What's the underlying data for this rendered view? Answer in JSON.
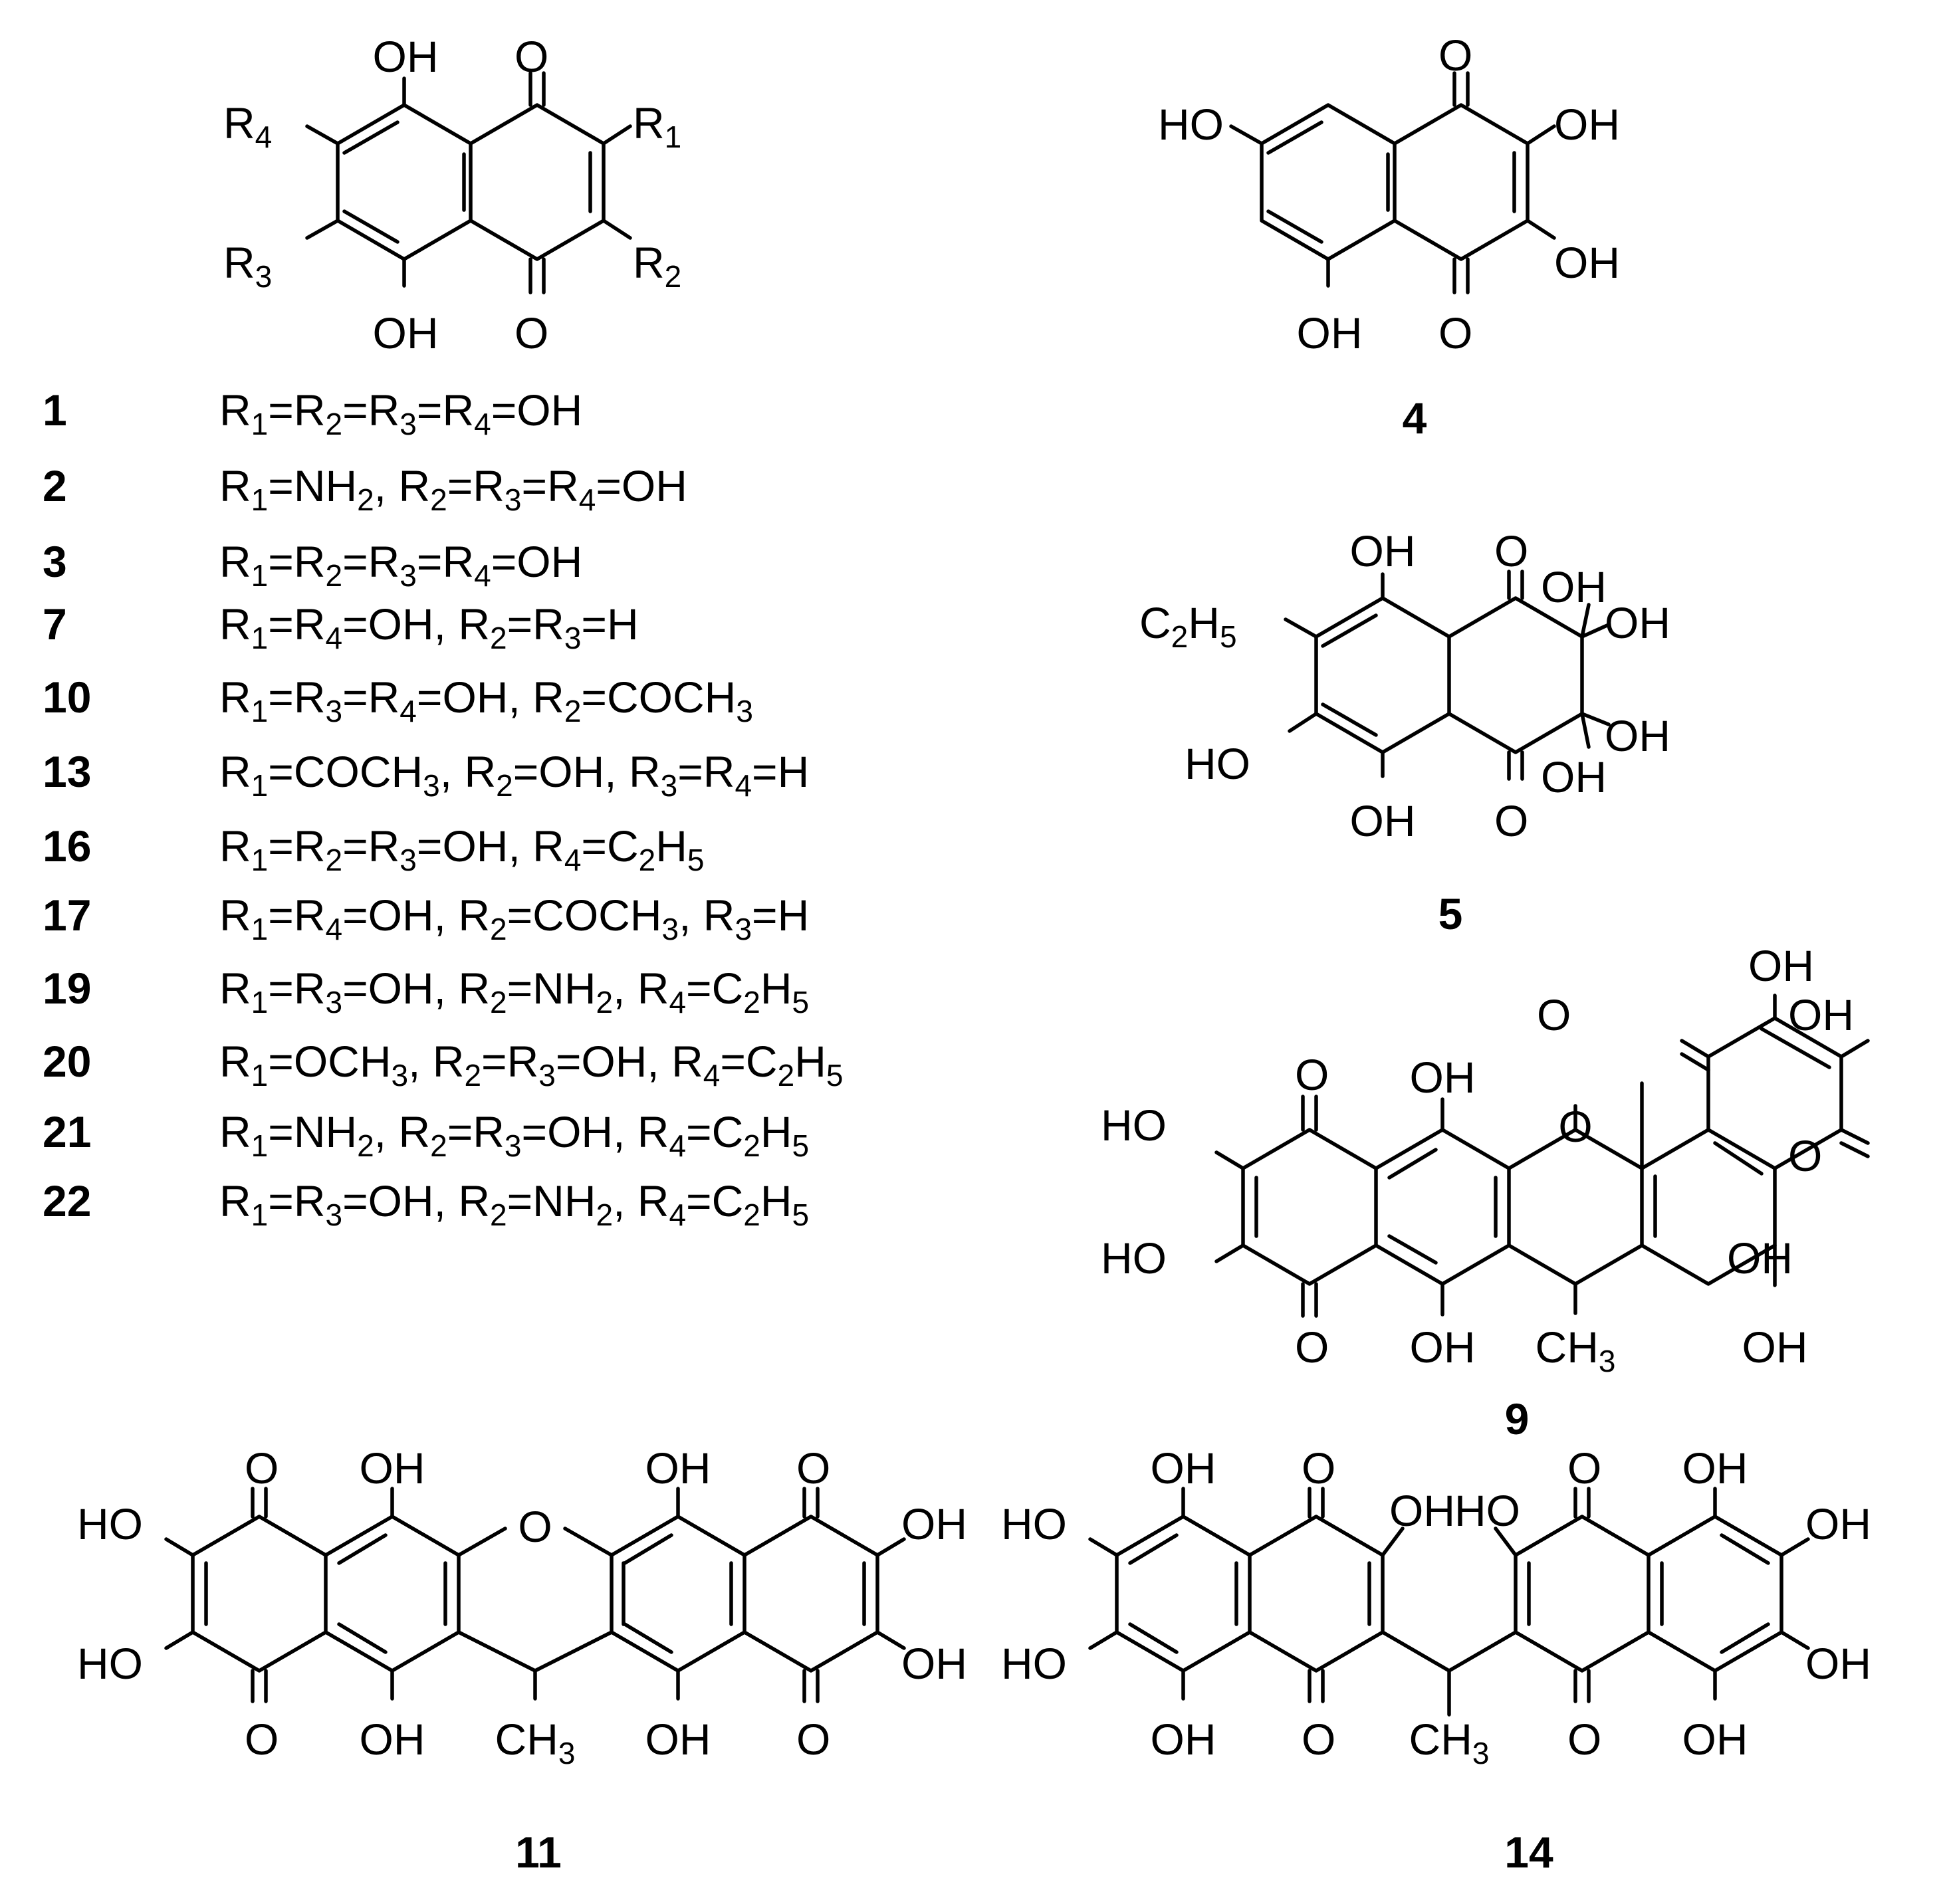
{
  "labels": {
    "OH": "OH",
    "HO": "HO",
    "O": "O",
    "R1": "R",
    "R1_sub": "1",
    "R2": "R",
    "R2_sub": "2",
    "R3": "R",
    "R3_sub": "3",
    "R4": "R",
    "R4_sub": "4",
    "C2H5": "C",
    "C2H5_a": "2",
    "C2H5_b": "H",
    "C2H5_c": "5",
    "CH3": "CH",
    "CH3_sub": "3"
  },
  "compound_ids": {
    "c4": "4",
    "c5": "5",
    "c9": "9",
    "c11": "11",
    "c14": "14"
  },
  "substituent_table": [
    {
      "id": "1",
      "definition": "R1=R2=R3=R4=OH"
    },
    {
      "id": "2",
      "definition": "R1=NH2, R2=R3=R4=OH"
    },
    {
      "id": "3",
      "definition": "R1=R2=R3=R4=OH"
    },
    {
      "id": "7",
      "definition": "R1=R4=OH, R2=R3=H"
    },
    {
      "id": "10",
      "definition": "R1=R3=R4=OH, R2=COCH3"
    },
    {
      "id": "13",
      "definition": "R1=COCH3, R2=OH, R3=R4=H"
    },
    {
      "id": "16",
      "definition": "R1=R2=R3=OH, R4=C2H5"
    },
    {
      "id": "17",
      "definition": "R1=R4=OH, R2=COCH3, R3=H"
    },
    {
      "id": "19",
      "definition": "R1=R3=OH, R2=NH2, R4=C2H5"
    },
    {
      "id": "20",
      "definition": "R1=OCH3, R2=R3=OH, R4=C2H5"
    },
    {
      "id": "21",
      "definition": "R1=NH2, R2=R3=OH, R4=C2H5"
    },
    {
      "id": "22",
      "definition": "R1=R3=OH, R2=NH2, R4=C2H5"
    }
  ]
}
